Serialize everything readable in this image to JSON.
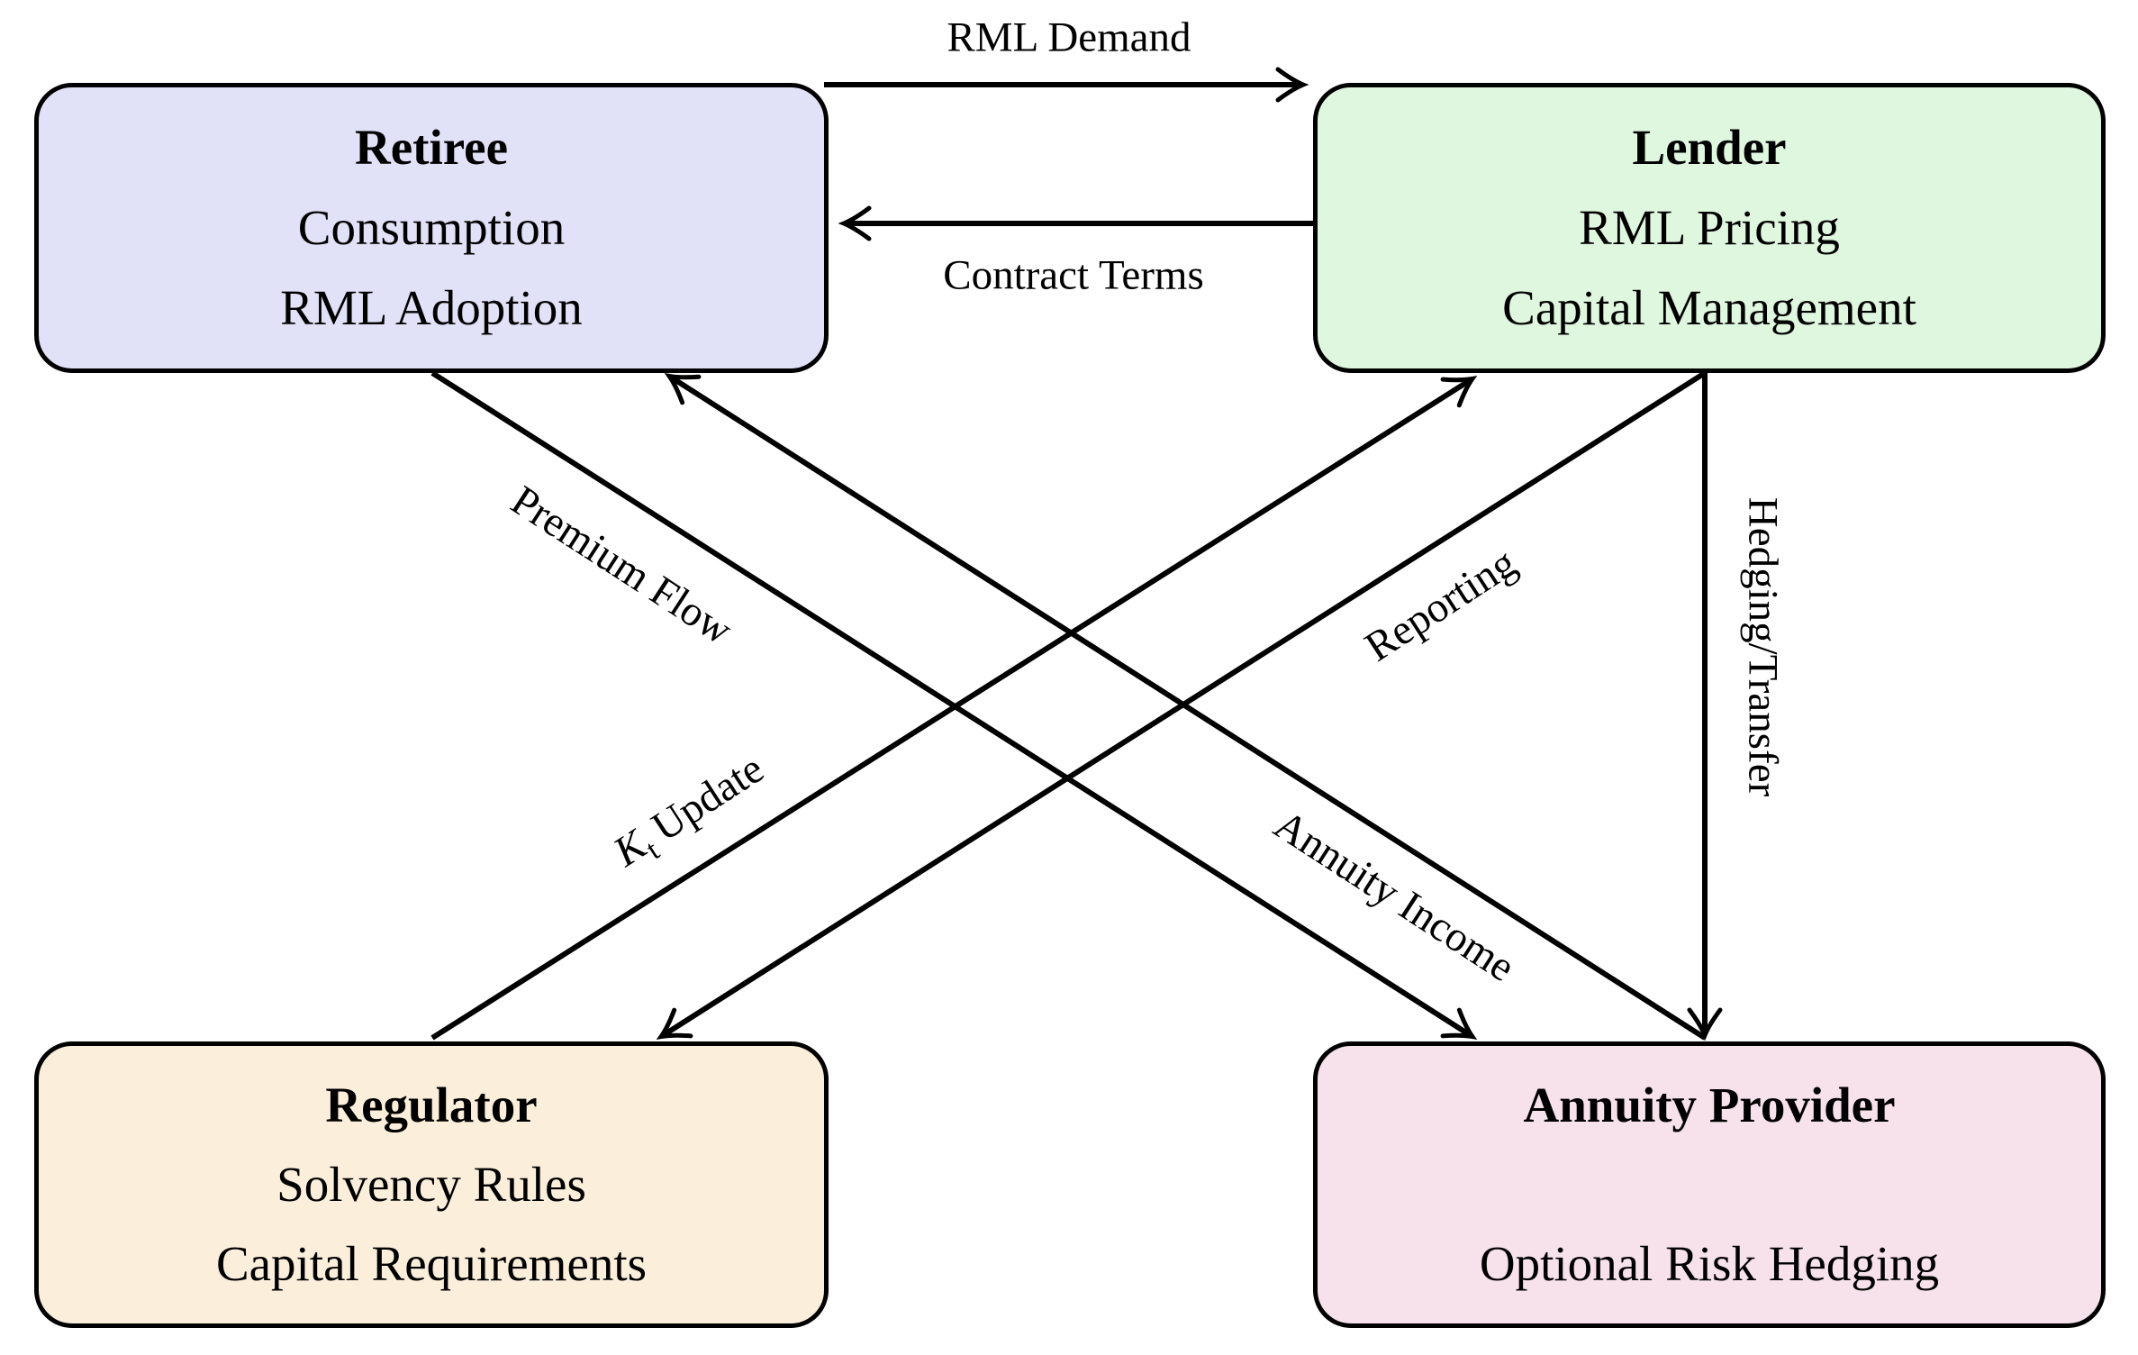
{
  "boxes": [
    {
      "id": "retiree",
      "title": "Retiree",
      "lines": [
        "Consumption",
        "RML Adoption"
      ],
      "fill": "#e1e1f7"
    },
    {
      "id": "lender",
      "title": "Lender",
      "lines": [
        "RML Pricing",
        "Capital Management"
      ],
      "fill": "#dff6df"
    },
    {
      "id": "regulator",
      "title": "Regulator",
      "lines": [
        "Solvency Rules",
        "Capital Requirements"
      ],
      "fill": "#fbeedb"
    },
    {
      "id": "annuity_provider",
      "title": "Annuity Provider",
      "lines": [
        "",
        "Optional Risk Hedging"
      ],
      "fill": "#f7e1ea"
    }
  ],
  "arrows": {
    "rml_demand": {
      "label": "RML Demand",
      "from": "retiree",
      "to": "lender"
    },
    "contract_terms": {
      "label": "Contract Terms",
      "from": "lender",
      "to": "retiree"
    },
    "premium_flow": {
      "label": "Premium Flow",
      "from": "retiree",
      "to": "annuity_provider"
    },
    "annuity_income": {
      "label": "Annuity Income",
      "from": "annuity_provider",
      "to": "retiree"
    },
    "kt_update": {
      "var": "K",
      "sub": "t",
      "rest": "Update",
      "from": "regulator",
      "to": "lender"
    },
    "reporting": {
      "label": "Reporting",
      "from": "lender",
      "to": "regulator"
    },
    "hedging_transfer": {
      "label": "Hedging/Transfer",
      "from": "lender",
      "to": "annuity_provider"
    }
  },
  "colors": {
    "line": "#000000",
    "background": "#ffffff",
    "retiree_fill": "#e1e1f7",
    "lender_fill": "#dff6df",
    "regulator_fill": "#fbeedb",
    "annuity_provider_fill": "#f7e1ea"
  }
}
